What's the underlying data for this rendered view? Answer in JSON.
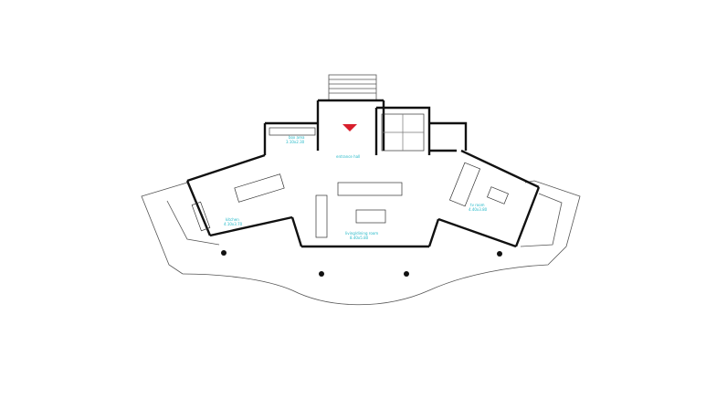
{
  "colors": {
    "wall": "#111111",
    "line": "#555555",
    "label": "#22b8c8",
    "door_marker": "#d81e2c",
    "fixture": "#e8e0b0"
  },
  "labels": {
    "box_area": {
      "name": "box area",
      "dim": "3.10x2.30"
    },
    "entrance_hall": {
      "name": "entrance hall"
    },
    "kitchen": {
      "name": "kitchen",
      "dim": "4.10x3.70"
    },
    "living_dining": {
      "name": "living/dining room",
      "dim": "8.40x5.80"
    },
    "tv_room": {
      "name": "tv room",
      "dim": "4.40x3.80"
    }
  }
}
